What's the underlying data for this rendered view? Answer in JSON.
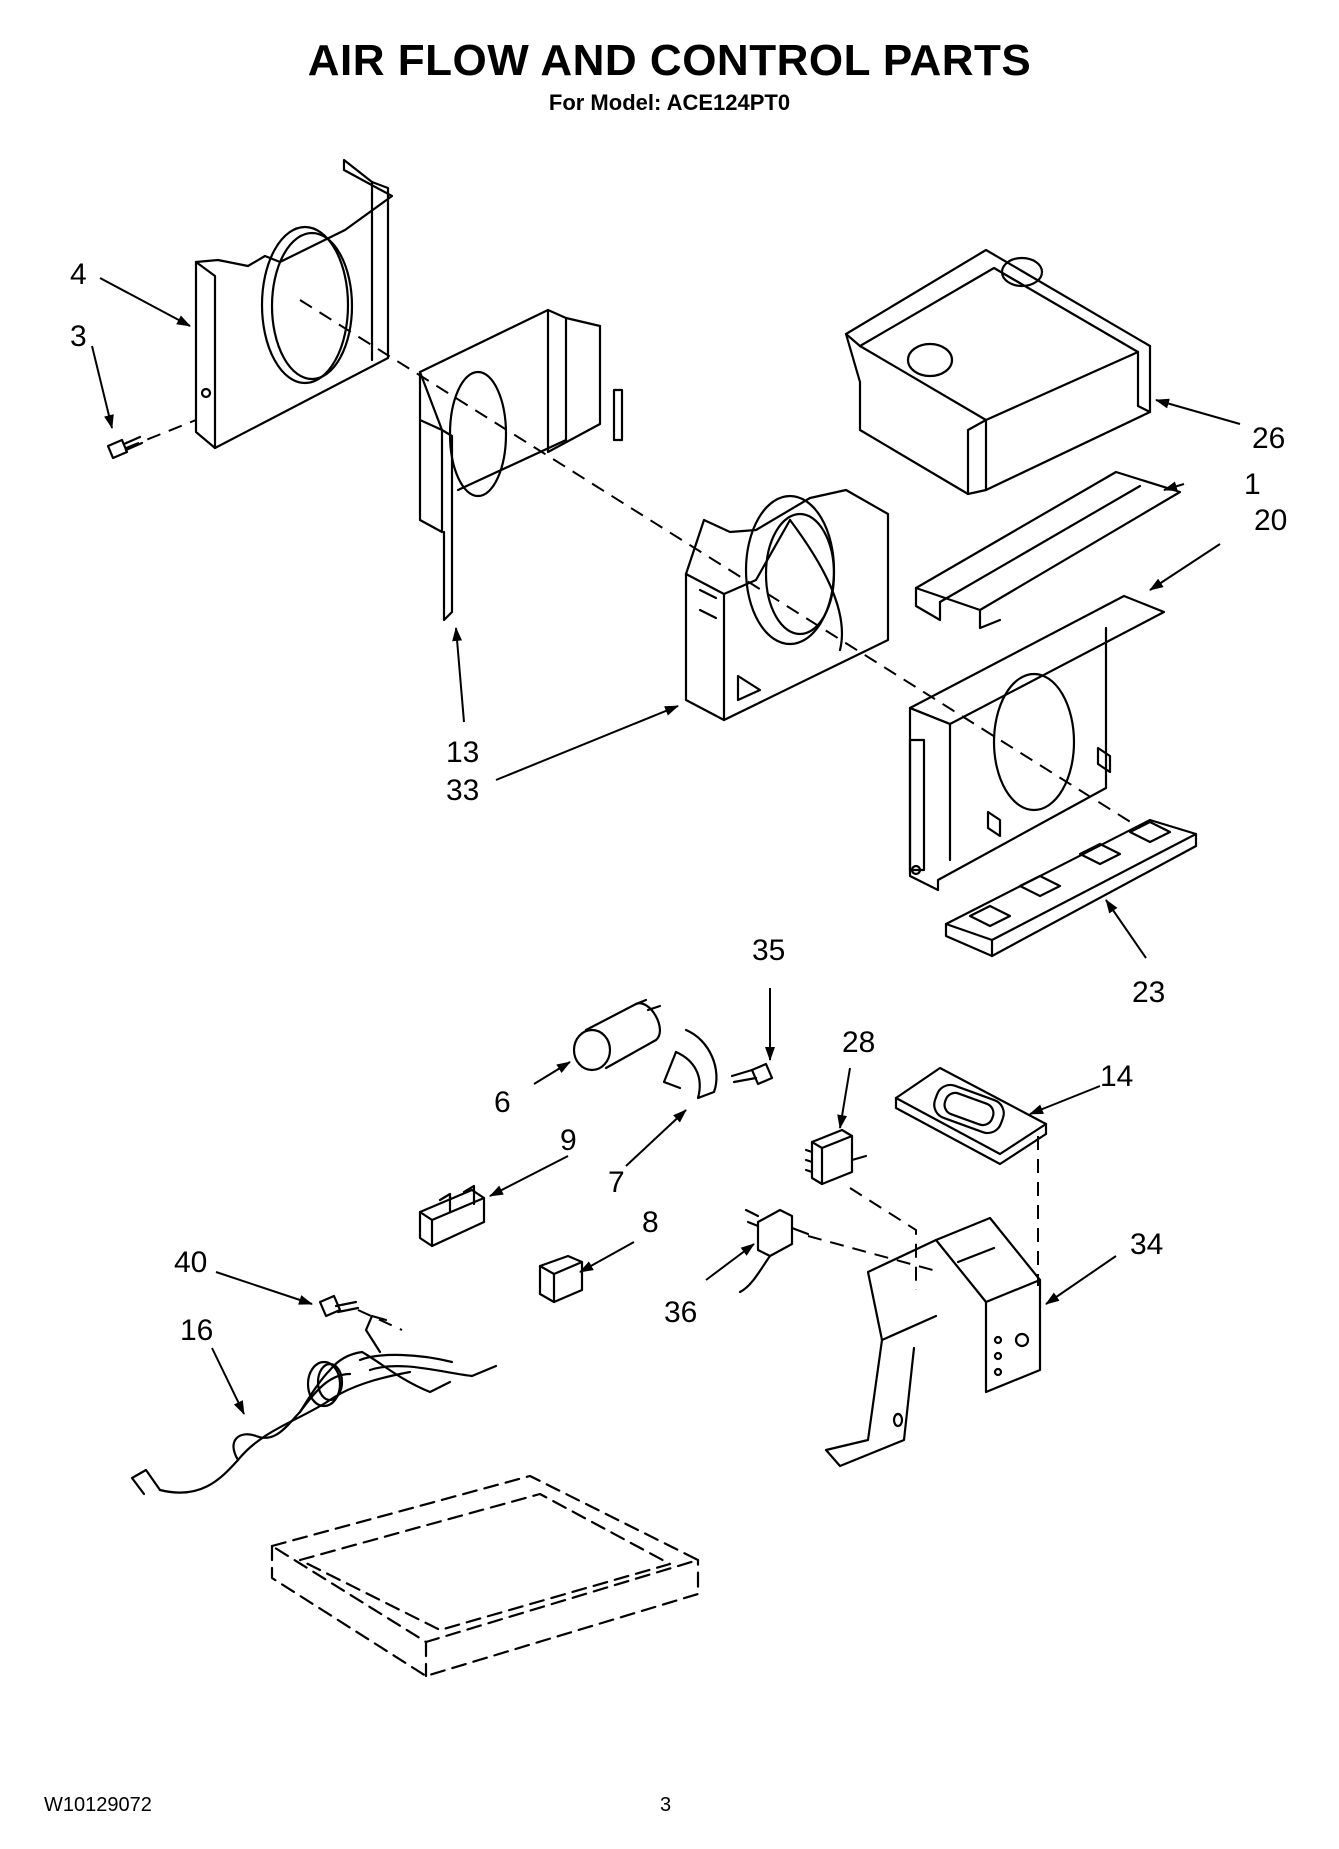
{
  "title": "AIR FLOW AND CONTROL PARTS",
  "subtitle": "For Model: ACE124PT0",
  "footer": {
    "doc_number": "W10129072",
    "page_number": "3"
  },
  "callouts": [
    "4",
    "3",
    "26",
    "1",
    "20",
    "13",
    "33",
    "23",
    "35",
    "28",
    "14",
    "6",
    "9",
    "7",
    "8",
    "40",
    "34",
    "36",
    "16"
  ]
}
